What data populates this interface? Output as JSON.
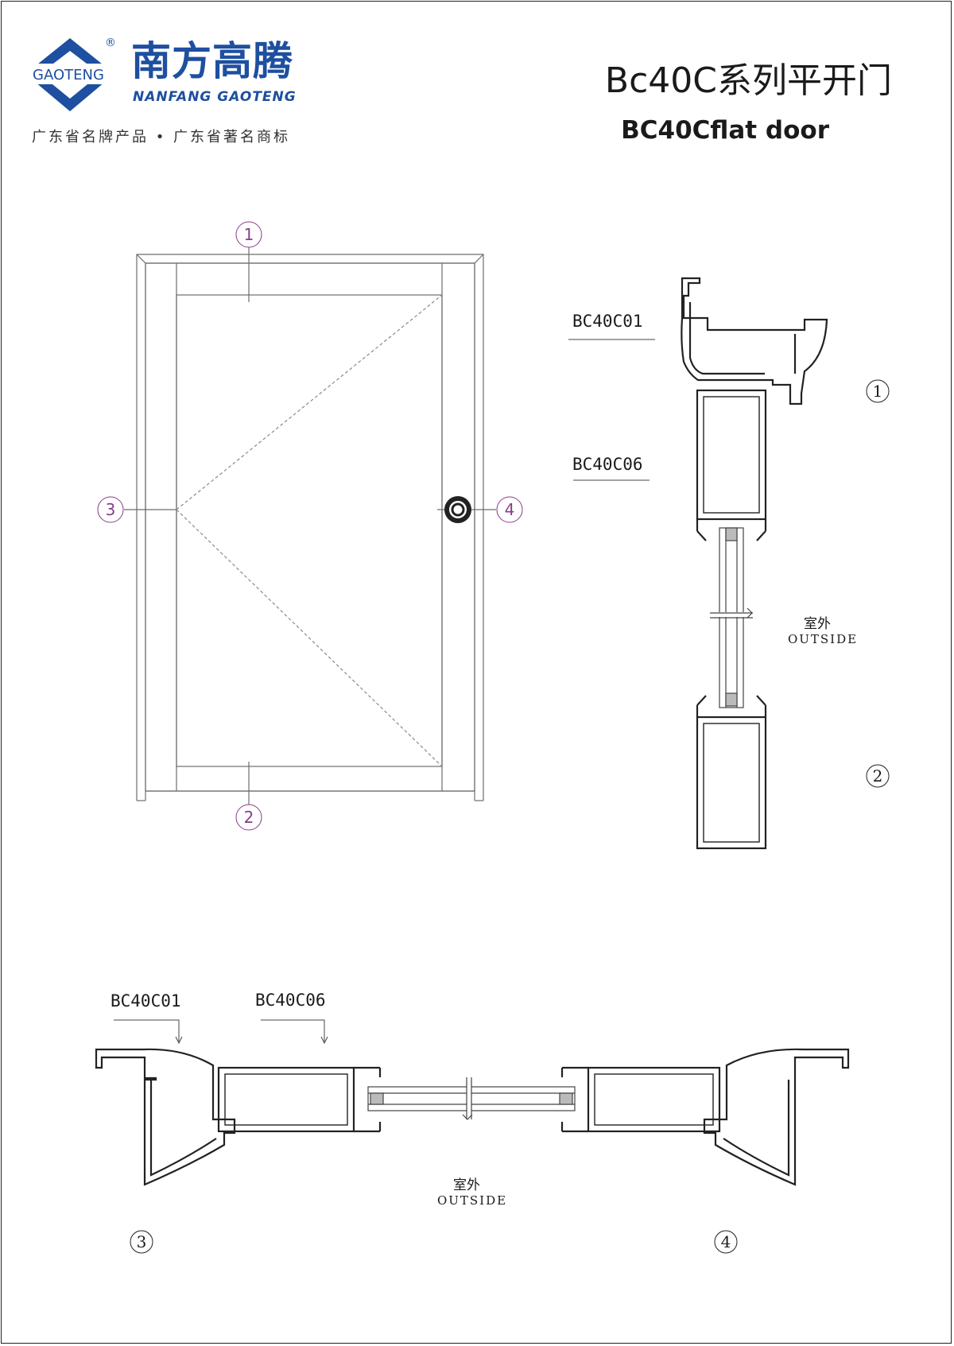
{
  "brand": {
    "logo_text": "GAOTENG",
    "registered_mark": "®",
    "name_cn": "南方高腾",
    "name_en": "NANFANG GAOTENG",
    "slogan": "广东省名牌产品 • 广东省著名商标",
    "color": "#1e4fa0"
  },
  "title": {
    "main": "Bc40C系列平开门",
    "sub": "BC40Cflat door"
  },
  "elevation": {
    "markers": [
      "1",
      "2",
      "3",
      "4"
    ],
    "marker_color": "#8a3c8a"
  },
  "vertical_section": {
    "labels": [
      "BC40C01",
      "BC40C06"
    ],
    "outside_cn": "室外",
    "outside_en": "OUTSIDE",
    "markers": [
      "1",
      "2"
    ]
  },
  "horizontal_section": {
    "labels": [
      "BC40C01",
      "BC40C06"
    ],
    "outside_cn": "室外",
    "outside_en": "OUTSIDE",
    "markers": [
      "3",
      "4"
    ]
  }
}
